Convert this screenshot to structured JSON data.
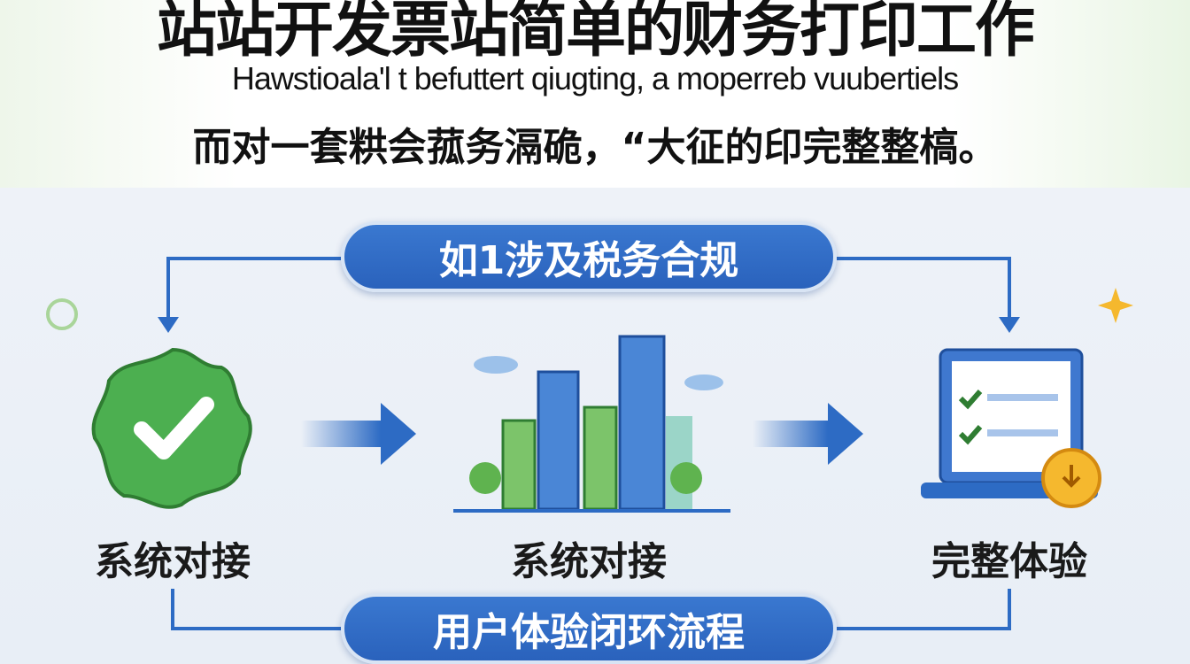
{
  "header": {
    "title": "站站开发票站简单的财务打印工作",
    "subtitle": "Hawstioala'l t befuttert qiugting, a moperreb vuubertiels",
    "tagline": "而对一套粠会菰务滆硊，“大征的印完整整槁。"
  },
  "diagram": {
    "top_pill": "如1涉及税务合规",
    "bottom_pill": "用户体验闭环流程",
    "steps": [
      {
        "label": "系统对接",
        "icon": "check-badge-icon"
      },
      {
        "label": "系统对接",
        "icon": "city-buildings-icon"
      },
      {
        "label": "完整体验",
        "icon": "laptop-checklist-icon"
      }
    ],
    "colors": {
      "primary": "#2d6bc4",
      "green": "#4caf50",
      "accent": "#f5b82e"
    }
  }
}
